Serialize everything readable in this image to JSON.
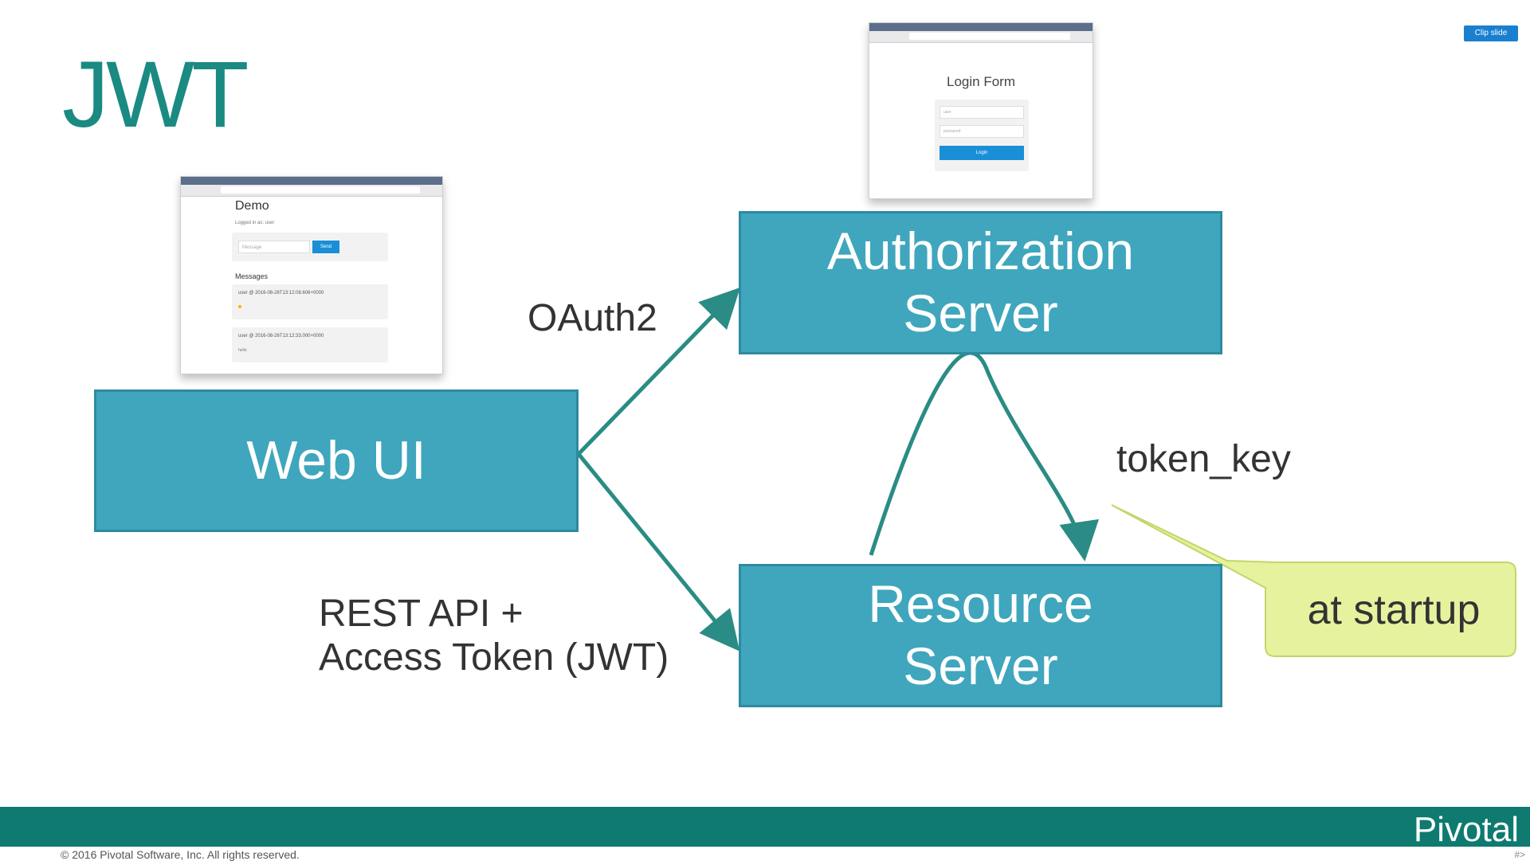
{
  "slide": {
    "title": "JWT",
    "clip_button": "Clip slide"
  },
  "nodes": {
    "web_ui": "Web UI",
    "auth_server": "Authorization\nServer",
    "resource_server": "Resource\nServer"
  },
  "edges": {
    "oauth2": "OAuth2",
    "rest_api": "REST API +\nAccess Token (JWT)",
    "token_key": "token_key"
  },
  "callout": {
    "text": "at startup"
  },
  "demo_screenshot": {
    "title": "Demo",
    "subtitle": "Logged in as: user",
    "input_placeholder": "Message",
    "send_label": "Send",
    "messages_heading": "Messages",
    "messages": [
      {
        "line": "user @ 2016-08-26T13:12:08.606+0000"
      },
      {
        "line": "user @ 2016-08-26T13:12:33.000+0000",
        "body": "hello"
      }
    ]
  },
  "login_screenshot": {
    "title": "Login Form",
    "user_placeholder": "user",
    "password_placeholder": "password",
    "login_label": "Login"
  },
  "footer": {
    "brand": "Pivotal",
    "copyright": "© 2016 Pivotal Software, Inc. All rights reserved.",
    "page_number": "#>"
  },
  "colors": {
    "title": "#1a8a82",
    "box_fill": "#3fa6bd",
    "arrow": "#2a8c84",
    "callout_fill": "#e6f29e",
    "footer_bar": "#0e7a70"
  }
}
